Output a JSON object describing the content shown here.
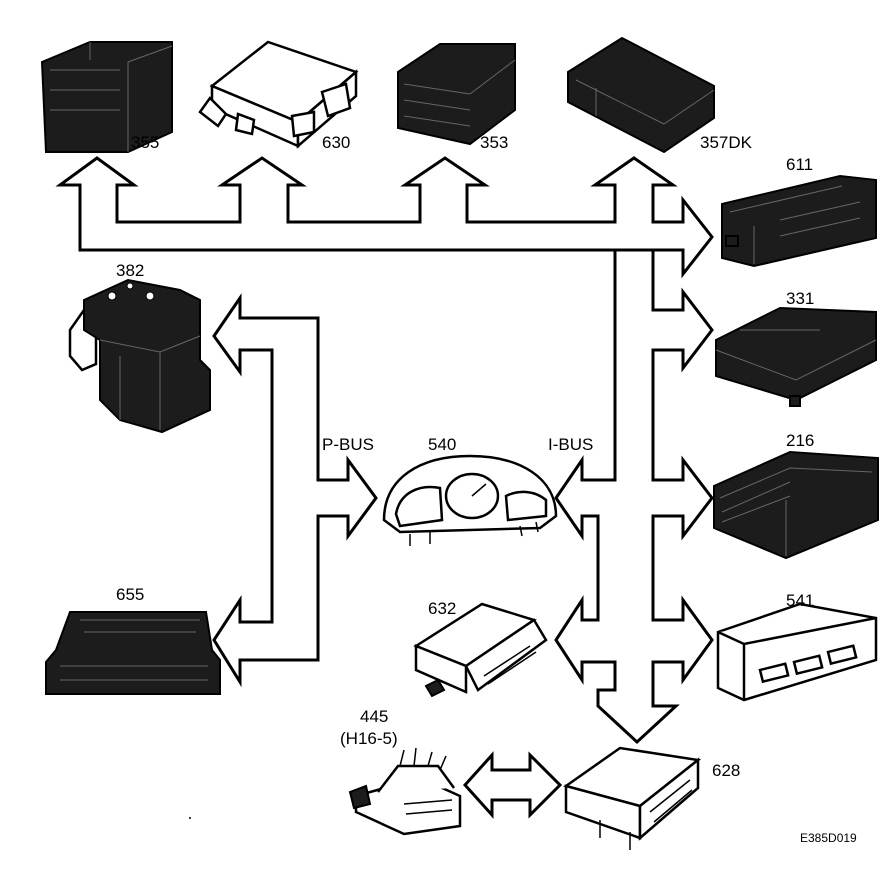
{
  "diagram": {
    "bus_labels": {
      "p_bus": "P-BUS",
      "i_bus": "I-BUS"
    },
    "modules": [
      {
        "id": "355",
        "label": "355"
      },
      {
        "id": "630",
        "label": "630"
      },
      {
        "id": "353",
        "label": "353"
      },
      {
        "id": "357DK",
        "label": "357DK"
      },
      {
        "id": "611",
        "label": "611"
      },
      {
        "id": "331",
        "label": "331"
      },
      {
        "id": "382",
        "label": "382"
      },
      {
        "id": "540",
        "label": "540"
      },
      {
        "id": "216",
        "label": "216"
      },
      {
        "id": "655",
        "label": "655"
      },
      {
        "id": "632",
        "label": "632"
      },
      {
        "id": "541",
        "label": "541"
      },
      {
        "id": "445",
        "label": "445",
        "sublabel": "(H16-5)"
      },
      {
        "id": "628",
        "label": "628"
      }
    ],
    "figure_code": "E385D019"
  }
}
